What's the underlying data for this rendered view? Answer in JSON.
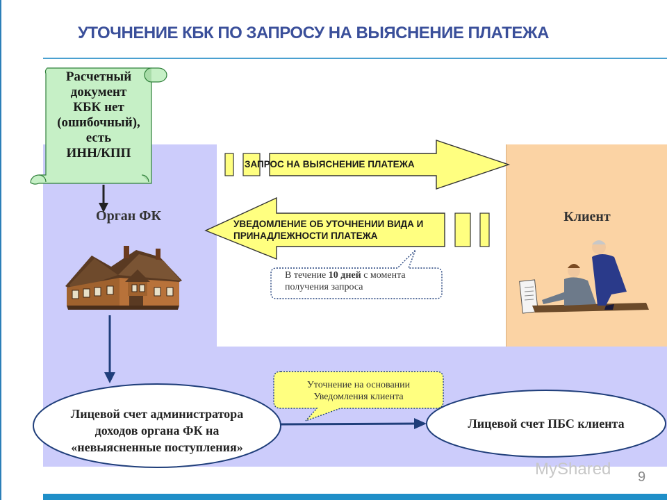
{
  "slide": {
    "title": "УТОЧНЕНИЕ КБК ПО ЗАПРОСУ НА ВЫЯСНЕНИЕ ПЛАТЕЖА",
    "page_number": "9",
    "watermark": "MyShared"
  },
  "document_scroll": {
    "lines": [
      "Расчетный",
      "документ",
      "КБК нет",
      "(ошибочный),",
      "есть",
      "ИНН/КПП"
    ]
  },
  "fk": {
    "label": "Орган ФК"
  },
  "client": {
    "label": "Клиент"
  },
  "arrows": {
    "request": "ЗАПРОС НА ВЫЯСНЕНИЕ ПЛАТЕЖА",
    "notice_line1": "УВЕДОМЛЕНИЕ ОБ УТОЧНЕНИИ ВИДА И",
    "notice_line2": "ПРИНАДЛЕЖНОСТИ ПЛАТЕЖА"
  },
  "callouts": {
    "deadline_prefix": "В течение ",
    "deadline_bold": "10 дней",
    "deadline_suffix": " с момента",
    "deadline_line2": "получения запроса",
    "clarify_line1": "Уточнение на основании",
    "clarify_line2": "Уведомления клиента"
  },
  "ovals": {
    "admin_line1": "Лицевой счет администратора",
    "admin_line2": "доходов органа ФК на",
    "admin_line3": "«невыясненные поступления»",
    "pbs": "Лицевой счет ПБС клиента"
  },
  "colors": {
    "title": "#3a4f9a",
    "lavender": "#ccccfb",
    "peach": "#fbd3a4",
    "scroll_fill": "#c6f0c6",
    "arrow_fill": "#ffff80",
    "connector": "#1f3e7a"
  }
}
